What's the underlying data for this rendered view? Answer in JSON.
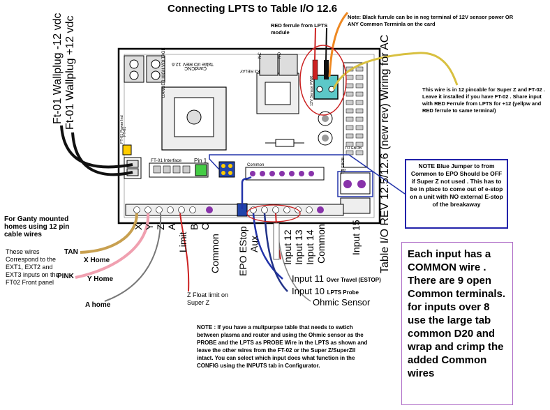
{
  "title": "Connecting LPTS  to Table I/O 12.6",
  "notes": {
    "top": "Note:  Black furrule can be in neg terminal of 12V sensor power OR ANY Common Terminla on the card",
    "ferrule": "RED ferrule from LPTS module",
    "wire": "This wire is in 12 pincable for Super Z and FT-02 .  Leave it installed if you have FT-02 .  Share input with RED Ferrule from LPTS for +12 (yellpw and RED ferrule to same terminal)",
    "jumper": "NOTE Blue Jumper to from Common to EPO Should be OFF if Super Z not used .  This has to be in place to come out of e-stop on a unit with NO external E-stop of the breakaway",
    "common": "Each input has a COMMON wire . There are 9 open Common terminals.  for inputs over 8 use the large tab common D20 and wrap and crimp the added Common wires",
    "gantry": "For Ganty mounted homes using 12 pin cable wires",
    "correspond": "These wires Correspond to the EXT1, EXT2 and EXT3 inputs on the FT02 Front panel",
    "zfloat": "Z Float limit on Super Z",
    "bottom": "NOTE :  If you have a multpurpse table that needs to swtich between plasma and router and using the Ohmic sensor as the PROBE and the LPTS as PROBE Wire in the LPTS as shown and leave the other wires from the FT-02 or the Super Z/SuperZII intact.  You can select which input does what function in the CONFIG using the INPUTS tab in Configurator."
  },
  "wallplugs": {
    "neg": "Ft-01 Wallplug -12 vdc",
    "pos": "Ft-01 Wallplug +12 vdc"
  },
  "wire_labels": {
    "tan": "TAN",
    "x_home": "X Home",
    "pink": "PINK",
    "y_home": "Y Home",
    "a_home": "A home"
  },
  "terminal_labels": {
    "x": "X",
    "y": "Y",
    "z": "Z",
    "a": "A",
    "limit": "Limit",
    "b": "B",
    "c": "C",
    "common": "Common",
    "epo": "EPO EStop",
    "aux": "Aux",
    "input12": "Input 12",
    "input13": "Input 13",
    "input14": "Input 14",
    "common2": "Common",
    "input15": "Input 15"
  },
  "inputs": {
    "input11": "Input 11",
    "input11_desc": "Over Travel (ESTOP)",
    "input10": "Input 10",
    "input10_desc": "LPTS Probe",
    "ohmic": "Ohmic Sensor"
  },
  "board": {
    "table_io": "Table I/O REV 12.5/12.6 (new rev) Wiring for AC",
    "rev": "Table I/O REV 12.6",
    "brand": "CandCNC",
    "pin1": "Pin 1",
    "ft01_interface": "FT-01 Interface",
    "ft01_power": "FT-01 Power Ind",
    "ft01": "FT-01",
    "danger": "DANGER HIGH VOLTAGE",
    "relay": "K3 RELAY",
    "sensor_pwr": "12V Sensor PWR",
    "common_lbl": "Common",
    "nc": "NC",
    "no": "NO",
    "to_ebob": "TO EBOB",
    "p2": "P2"
  },
  "colors": {
    "jumper_border": "#2222aa",
    "common_border": "#b070c8",
    "red_wire": "#cc2222",
    "tan_wire": "#c8a050",
    "pink_wire": "#f0a0b0",
    "yellow_wire": "#d8c040",
    "orange_wire": "#ee8822",
    "blue_wire": "#2233aa"
  }
}
